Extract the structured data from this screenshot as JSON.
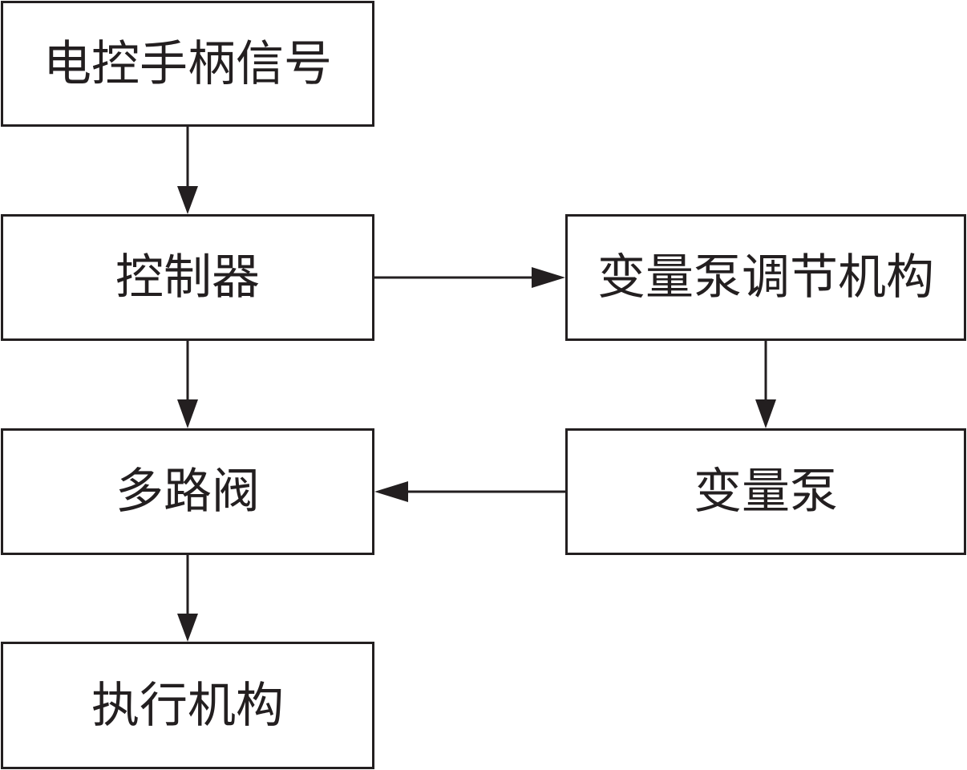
{
  "diagram": {
    "nodes": {
      "handle_signal": "电控手柄信号",
      "controller": "控制器",
      "multi_valve": "多路阀",
      "actuator": "执行机构",
      "pump_regulator": "变量泵调节机构",
      "variable_pump": "变量泵"
    },
    "edges": [
      {
        "from": "handle_signal",
        "to": "controller"
      },
      {
        "from": "controller",
        "to": "multi_valve"
      },
      {
        "from": "multi_valve",
        "to": "actuator"
      },
      {
        "from": "controller",
        "to": "pump_regulator"
      },
      {
        "from": "pump_regulator",
        "to": "variable_pump"
      },
      {
        "from": "variable_pump",
        "to": "multi_valve"
      }
    ],
    "colors": {
      "line": "#231f20",
      "background": "#ffffff"
    }
  }
}
